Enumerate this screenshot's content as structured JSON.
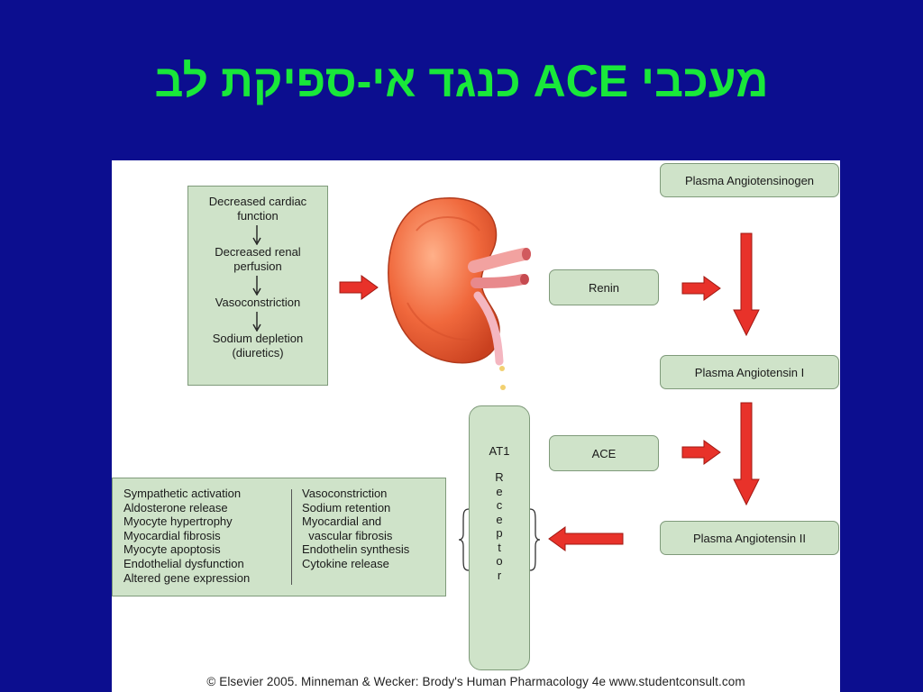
{
  "slide": {
    "title": "מעכבי ACE כנגד אי-ספיקת לב"
  },
  "figure": {
    "conditions": [
      "Decreased cardiac function",
      "Decreased renal perfusion",
      "Vasoconstriction",
      "Sodium depletion (diuretics)"
    ],
    "renin": "Renin",
    "ace": "ACE",
    "angiotensinogen": "Plasma Angiotensinogen",
    "angiotensin_1": "Plasma Angiotensin I",
    "angiotensin_2": "Plasma Angiotensin II",
    "receptor": {
      "type": "AT1",
      "letters": [
        "R",
        "e",
        "c",
        "e",
        "p",
        "t",
        "o",
        "r"
      ]
    },
    "effects_left": [
      "Sympathetic activation",
      "Aldosterone release",
      "Myocyte hypertrophy",
      "Myocardial fibrosis",
      "Myocyte apoptosis",
      "Endothelial dysfunction",
      "Altered gene expression"
    ],
    "effects_right": [
      "Vasoconstriction",
      "Sodium retention",
      "Myocardial and",
      "  vascular fibrosis",
      "Endothelin synthesis",
      "Cytokine release"
    ],
    "copyright": "© Elsevier 2005. Minneman & Wecker: Brody's Human Pharmacology 4e www.studentconsult.com"
  },
  "colors": {
    "background": "#0c0e8f",
    "title": "#19e83a",
    "box_fill": "#cfe3c9",
    "arrow": "#e8322a"
  }
}
